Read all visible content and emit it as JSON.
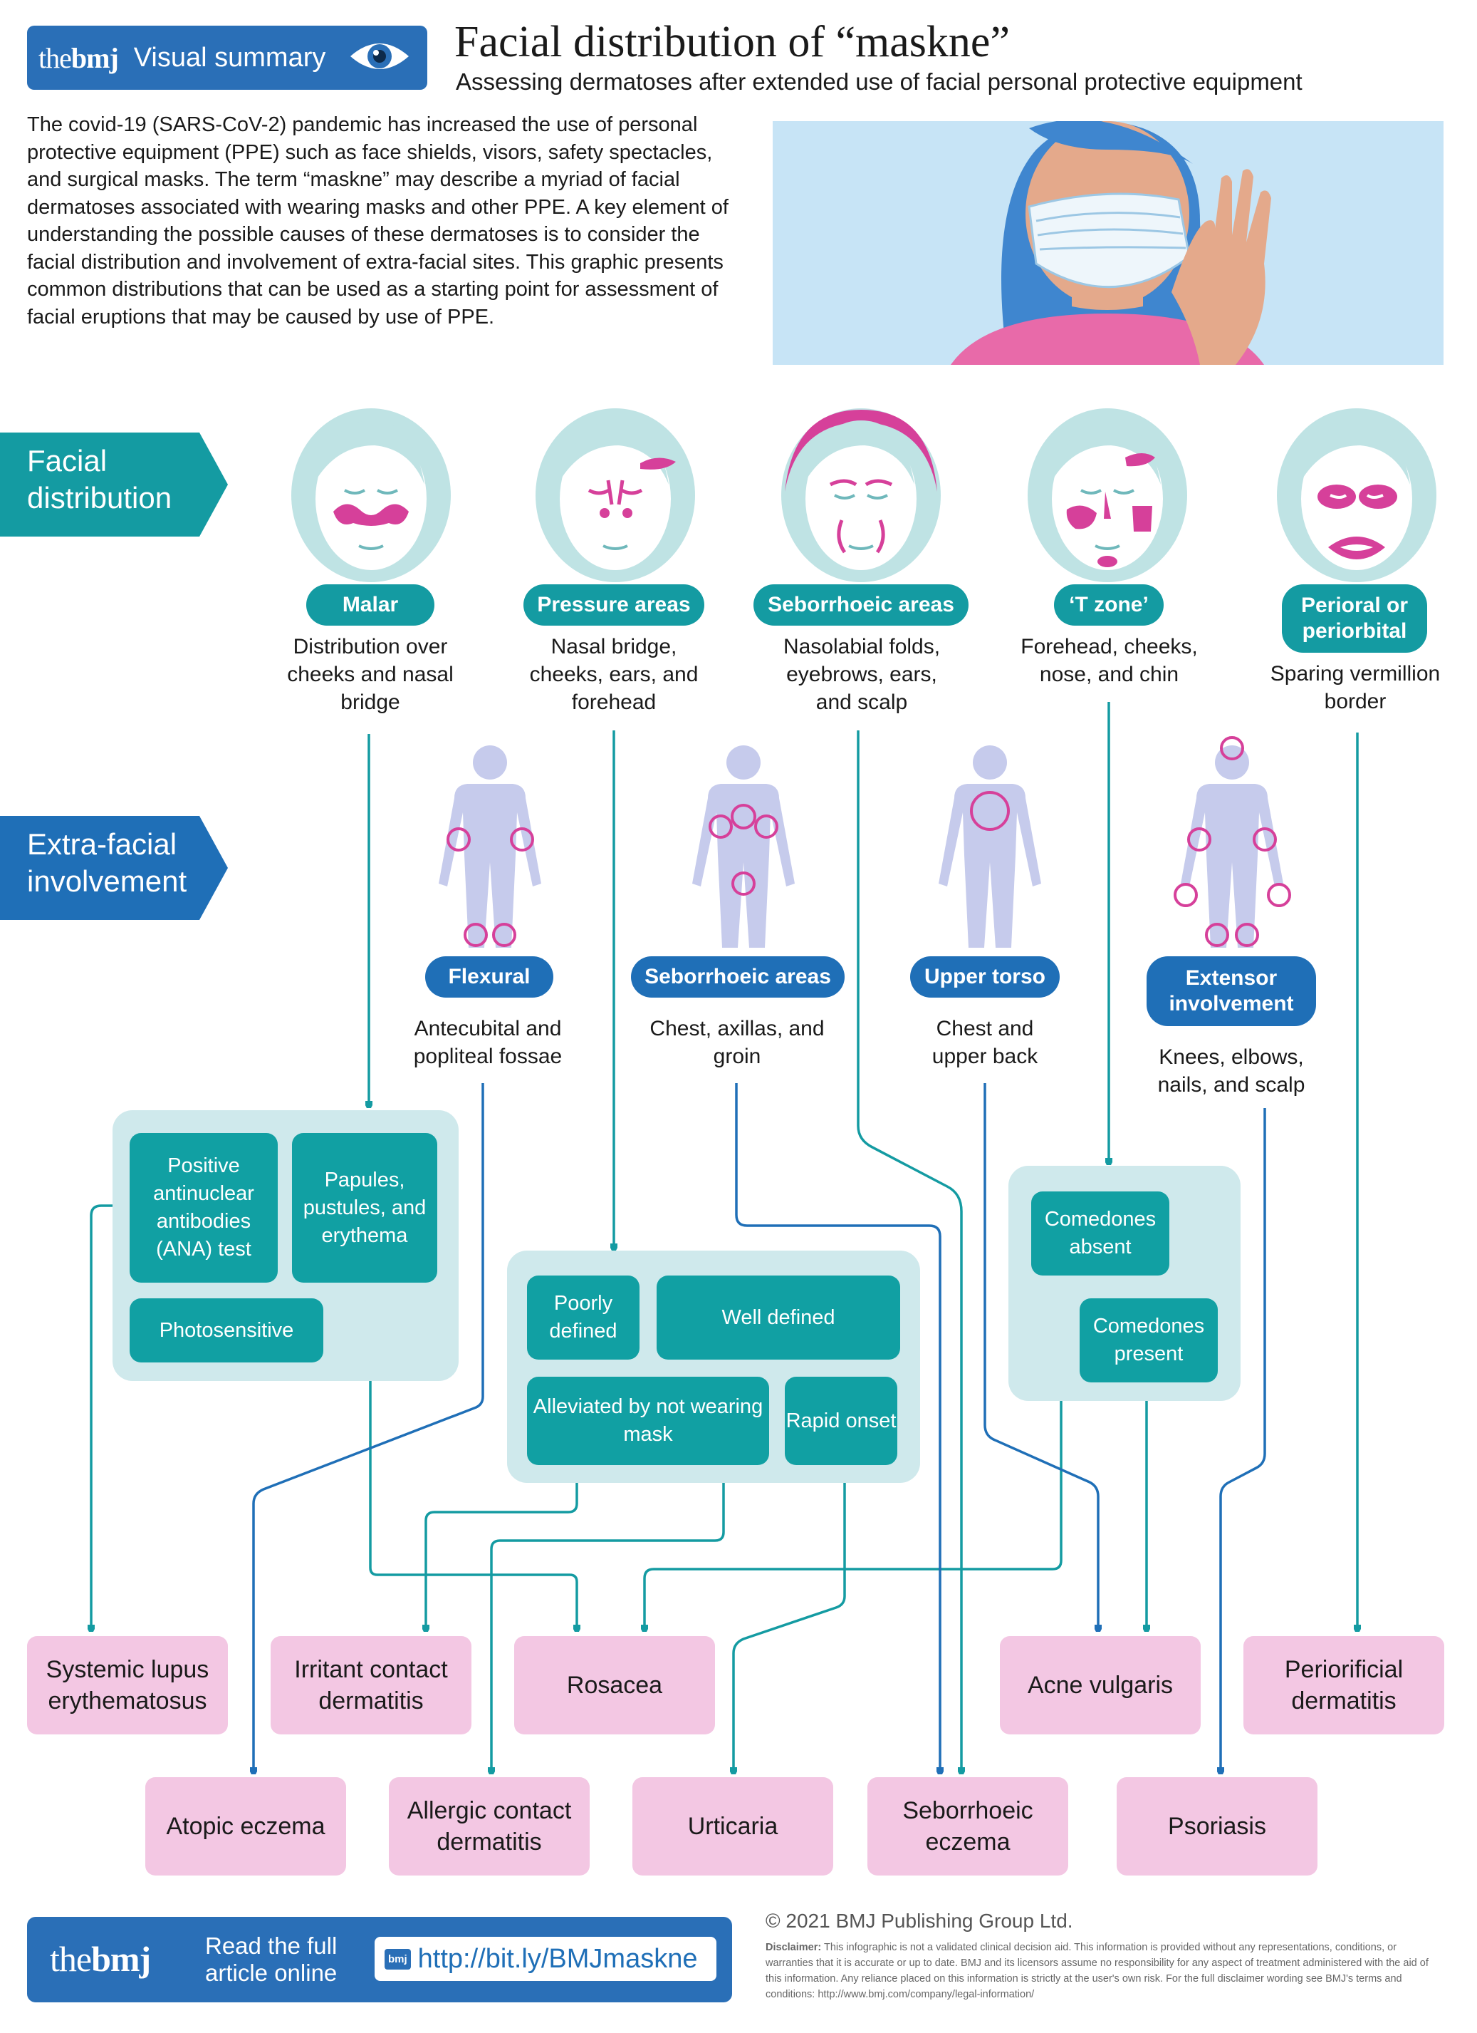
{
  "header": {
    "brand_logo_pre": "the",
    "brand_logo_bold": "bmj",
    "brand_label": "Visual summary",
    "title": "Facial distribution of “maskne”",
    "subtitle": "Assessing dermatoses after extended use of facial personal protective equipment"
  },
  "intro": "The covid-19 (SARS-CoV-2) pandemic has increased the use of personal protective equipment (PPE) such as face shields, visors, safety spectacles, and surgical masks. The term “maskne” may describe a myriad of facial dermatoses associated with wearing masks and other PPE. A key element of understanding the possible causes of these dermatoses is to consider the facial distribution and involvement of extra-facial sites. This graphic presents common distributions that can be used as a starting point for assessment of facial eruptions that may be caused by use of PPE.",
  "sections": {
    "facial": "Facial distribution",
    "extra": "Extra-facial involvement"
  },
  "facial_patterns": [
    {
      "label": "Malar",
      "desc": "Distribution over cheeks and nasal bridge"
    },
    {
      "label": "Pressure areas",
      "desc": "Nasal bridge, cheeks, ears, and forehead"
    },
    {
      "label": "Seborrhoeic areas",
      "desc": "Nasolabial folds, eyebrows, ears, and scalp"
    },
    {
      "label": "‘T zone’",
      "desc": "Forehead, cheeks, nose, and chin"
    },
    {
      "label": "Perioral or periorbital",
      "desc": "Sparing vermillion border"
    }
  ],
  "extra_patterns": [
    {
      "label": "Flexural",
      "desc": "Antecubital and popliteal fossae"
    },
    {
      "label": "Seborrhoeic areas",
      "desc": "Chest, axillas, and groin"
    },
    {
      "label": "Upper torso",
      "desc": "Chest and upper back"
    },
    {
      "label": "Extensor involvement",
      "desc": "Knees, elbows, nails, and scalp"
    }
  ],
  "features": {
    "ana": "Positive antinuclear antibodies (ANA) test",
    "papules": "Papules, pustules, and erythema",
    "photosensitive": "Photosensitive",
    "poorly_defined": "Poorly defined",
    "well_defined": "Well defined",
    "alleviated": "Alleviated by not wearing mask",
    "rapid_onset": "Rapid onset",
    "comedones_absent": "Comedones absent",
    "comedones_present": "Comedones present"
  },
  "diagnoses": {
    "sle": "Systemic lupus erythematosus",
    "icd": "Irritant contact dermatitis",
    "rosacea": "Rosacea",
    "acne": "Acne vulgaris",
    "periorificial": "Periorificial dermatitis",
    "atopic": "Atopic eczema",
    "acd": "Allergic contact dermatitis",
    "urticaria": "Urticaria",
    "seb_eczema": "Seborrhoeic eczema",
    "psoriasis": "Psoriasis"
  },
  "footer": {
    "logo_pre": "the",
    "logo_bold": "bmj",
    "read_online": "Read the full article online",
    "url_icon": "bmj",
    "url": "http://bit.ly/BMJmaskne",
    "copyright": "© 2021 BMJ Publishing Group Ltd.",
    "disclaimer_label": "Disclaimer:",
    "disclaimer": "This infographic is not a validated clinical decision aid. This information is provided without any representations, conditions, or warranties that it is accurate or up to date. BMJ and its licensors assume no responsibility for any aspect of treatment administered with the aid of this information. Any reliance placed on this information is strictly at the user's own risk. For the full disclaimer wording see BMJ's terms and conditions: http://www.bmj.com/company/legal-information/"
  },
  "colors": {
    "teal": "#149ba2",
    "blue": "#1f6fb7",
    "pink": "#f3c7e3",
    "lesion": "#d6409a",
    "cluster_bg": "#cfe9ec"
  }
}
